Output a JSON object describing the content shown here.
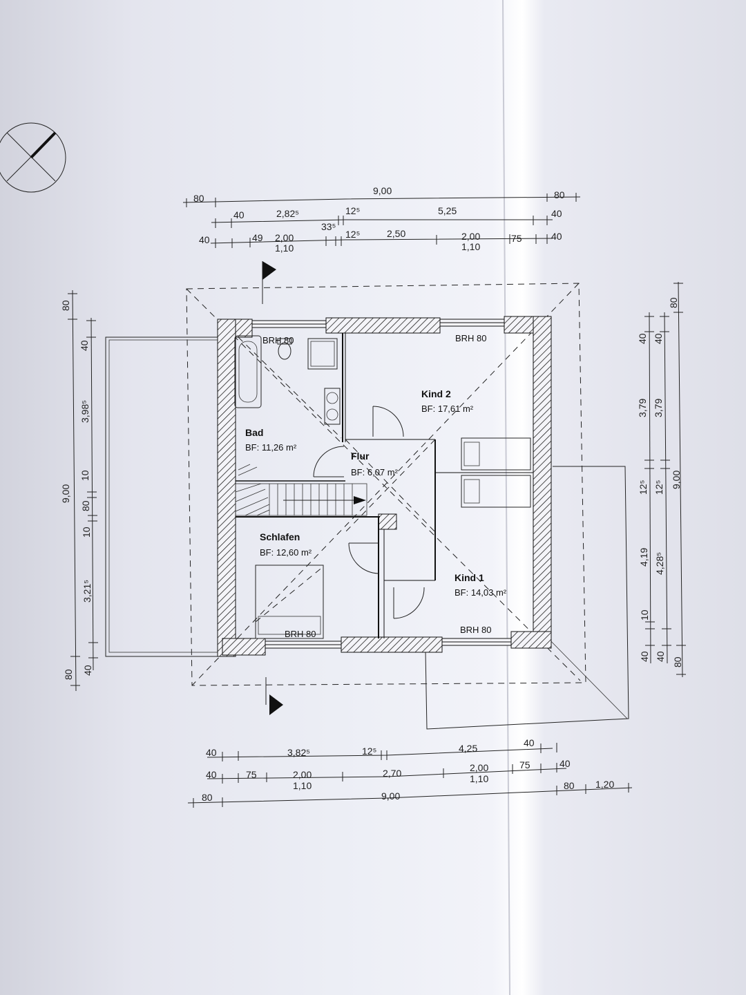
{
  "rooms": {
    "bad": {
      "name": "Bad",
      "area": "BF: 11,26 m²"
    },
    "kind2": {
      "name": "Kind 2",
      "area": "BF: 17,61 m²"
    },
    "flur": {
      "name": "Flur",
      "area": "BF: 6,07 m²"
    },
    "schlafen": {
      "name": "Schlafen",
      "area": "BF: 12,60 m²"
    },
    "kind1": {
      "name": "Kind 1",
      "area": "BF: 14,03 m²"
    }
  },
  "windows": {
    "brh": "BRH 80"
  },
  "dims_top": {
    "row1": [
      "80",
      "9,00",
      "80"
    ],
    "row2": [
      "40",
      "2,82⁵",
      "12⁵",
      "5,25",
      "40"
    ],
    "row2_extra": "33⁵",
    "row3": [
      "40",
      "49",
      "2,00",
      "1,10",
      "12⁵",
      "2,50",
      "2,00",
      "1,10",
      "75",
      "40"
    ]
  },
  "dims_bottom": {
    "row1": [
      "40",
      "3,82⁵",
      "12⁵",
      "4,25",
      "40"
    ],
    "row2": [
      "40",
      "75",
      "2,00",
      "1,10",
      "2,70",
      "2,00",
      "1,10",
      "75",
      "40"
    ],
    "row3": [
      "80",
      "9,00",
      "80",
      "1,20"
    ]
  },
  "dims_left": {
    "outer": [
      "80",
      "9,00",
      "80"
    ],
    "inner": [
      "40",
      "3,98⁵",
      "10",
      "80",
      "10",
      "3,21⁵",
      "40"
    ]
  },
  "dims_right": {
    "col1": [
      "40",
      "3,79",
      "12⁵",
      "4,19",
      "10",
      "40"
    ],
    "col2": [
      "40",
      "3,79",
      "12⁵",
      "4,28⁵",
      "40"
    ],
    "col3": [
      "80",
      "9,00",
      "80"
    ]
  }
}
